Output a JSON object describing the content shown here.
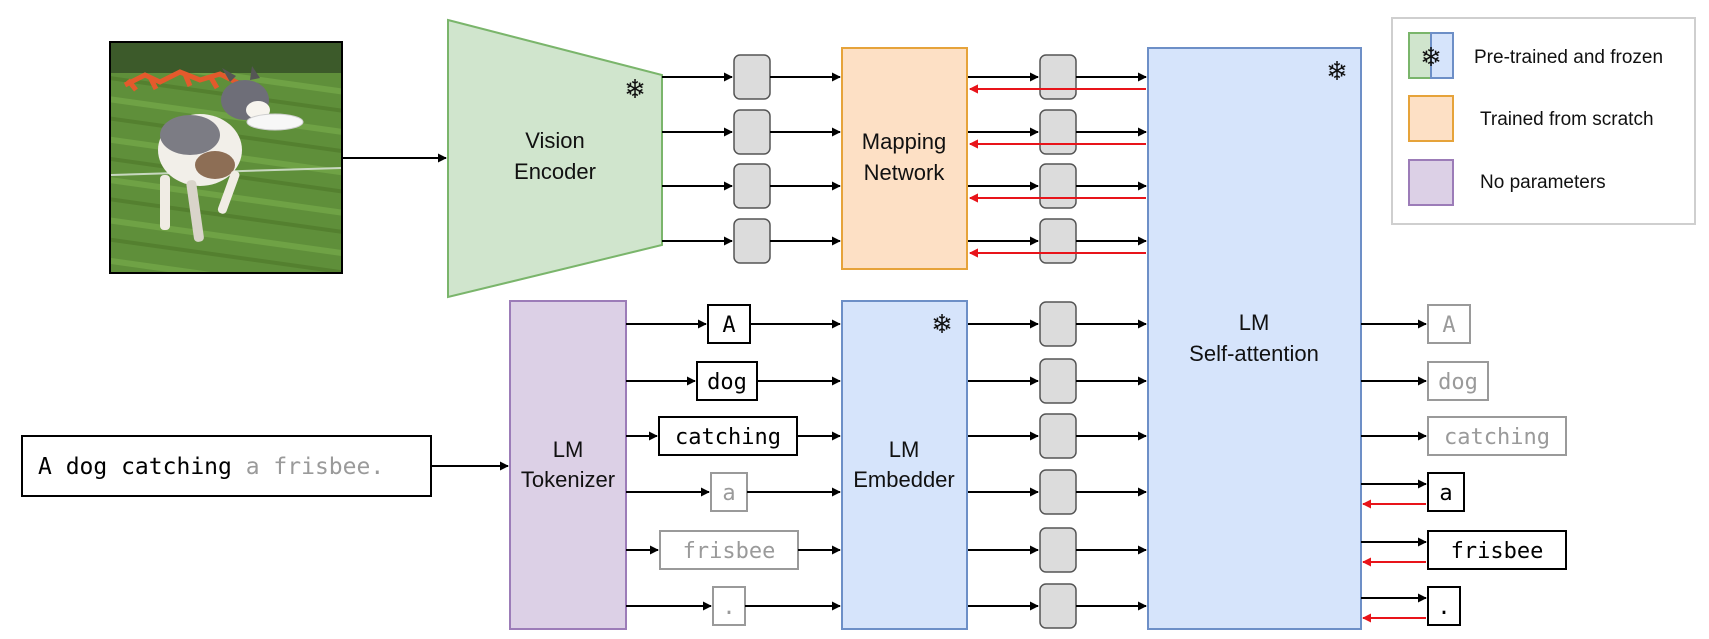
{
  "photo": {
    "description_icon": "dog-photo"
  },
  "vision_encoder": {
    "line1": "Vision",
    "line2": "Encoder",
    "icon": "snowflake-icon"
  },
  "mapping_network": {
    "line1": "Mapping",
    "line2": "Network"
  },
  "lm_tokenizer": {
    "line1": "LM",
    "line2": "Tokenizer"
  },
  "lm_embedder": {
    "line1": "LM",
    "line2": "Embedder",
    "icon": "snowflake-icon"
  },
  "lm_self_attention": {
    "line1": "LM",
    "line2": "Self-attention",
    "icon": "snowflake-icon"
  },
  "input_caption": {
    "prefix": "A dog catching",
    "suffix": " a frisbee."
  },
  "tokens": [
    "A",
    "dog",
    "catching",
    "a",
    "frisbee",
    "."
  ],
  "output_tokens": [
    "A",
    "dog",
    "catching",
    "a",
    "frisbee",
    "."
  ],
  "legend": {
    "items": [
      {
        "label": "Pre-trained and frozen",
        "icon": "snowflake-icon"
      },
      {
        "label": "Trained from scratch"
      },
      {
        "label": "No parameters"
      }
    ]
  },
  "colors": {
    "frozen_green": "#d0e5cd",
    "frozen_green_border": "#7ab56b",
    "frozen_blue": "#d6e4fb",
    "frozen_blue_border": "#6d8fc7",
    "scratch_fill": "#fde0c5",
    "scratch_border": "#e6a33a",
    "noparam_fill": "#dcd0e6",
    "noparam_border": "#9c7cb8",
    "embedding_fill": "#dcdcdc",
    "gradient_arrow": "#e8141a",
    "inactive_token": "#9a9a9a"
  }
}
